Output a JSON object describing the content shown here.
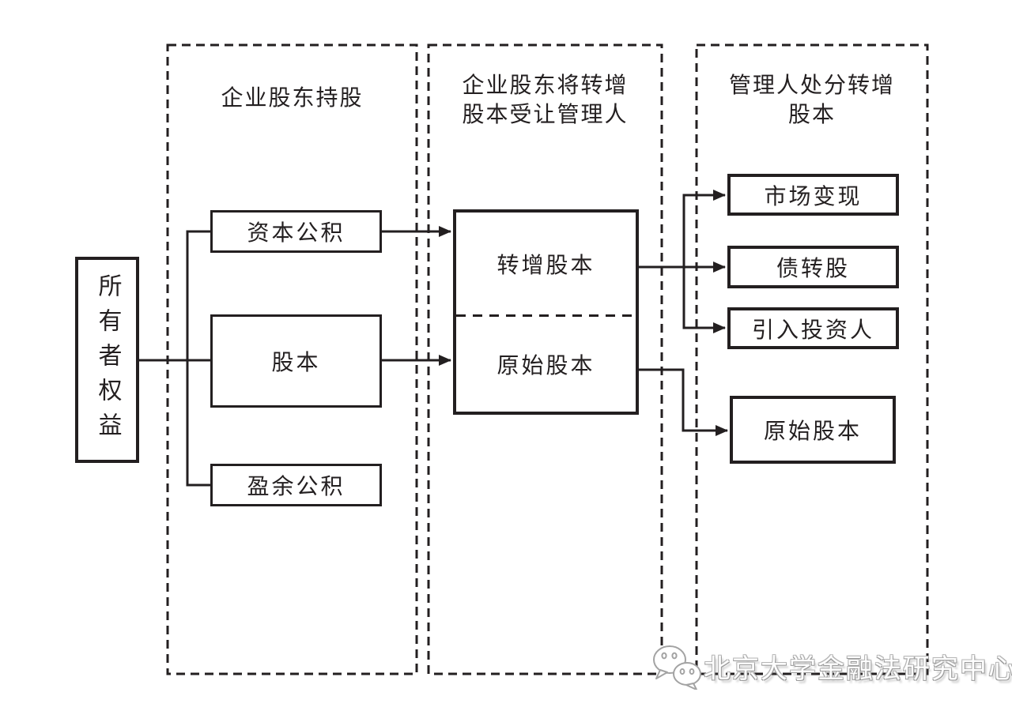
{
  "colors": {
    "line": "#231f20",
    "background": "#ffffff",
    "watermark_stroke": "#9a9a9a"
  },
  "owner": {
    "label": "所有者权益"
  },
  "col1": {
    "title": "企业股东持股",
    "boxes": [
      "资本公积",
      "股本",
      "盈余公积"
    ]
  },
  "col2": {
    "title_line1": "企业股东将转增",
    "title_line2": "股本受让管理人",
    "top_label": "转增股本",
    "bottom_label": "原始股本"
  },
  "col3": {
    "title_line1": "管理人处分转增",
    "title_line2": "股本",
    "boxes": [
      "市场变现",
      "债转股",
      "引入投资人"
    ],
    "bottom_box": "原始股本"
  },
  "watermark": {
    "logo": "wechat-bubbles-icon",
    "text": "北京大学金融法研究中心"
  }
}
